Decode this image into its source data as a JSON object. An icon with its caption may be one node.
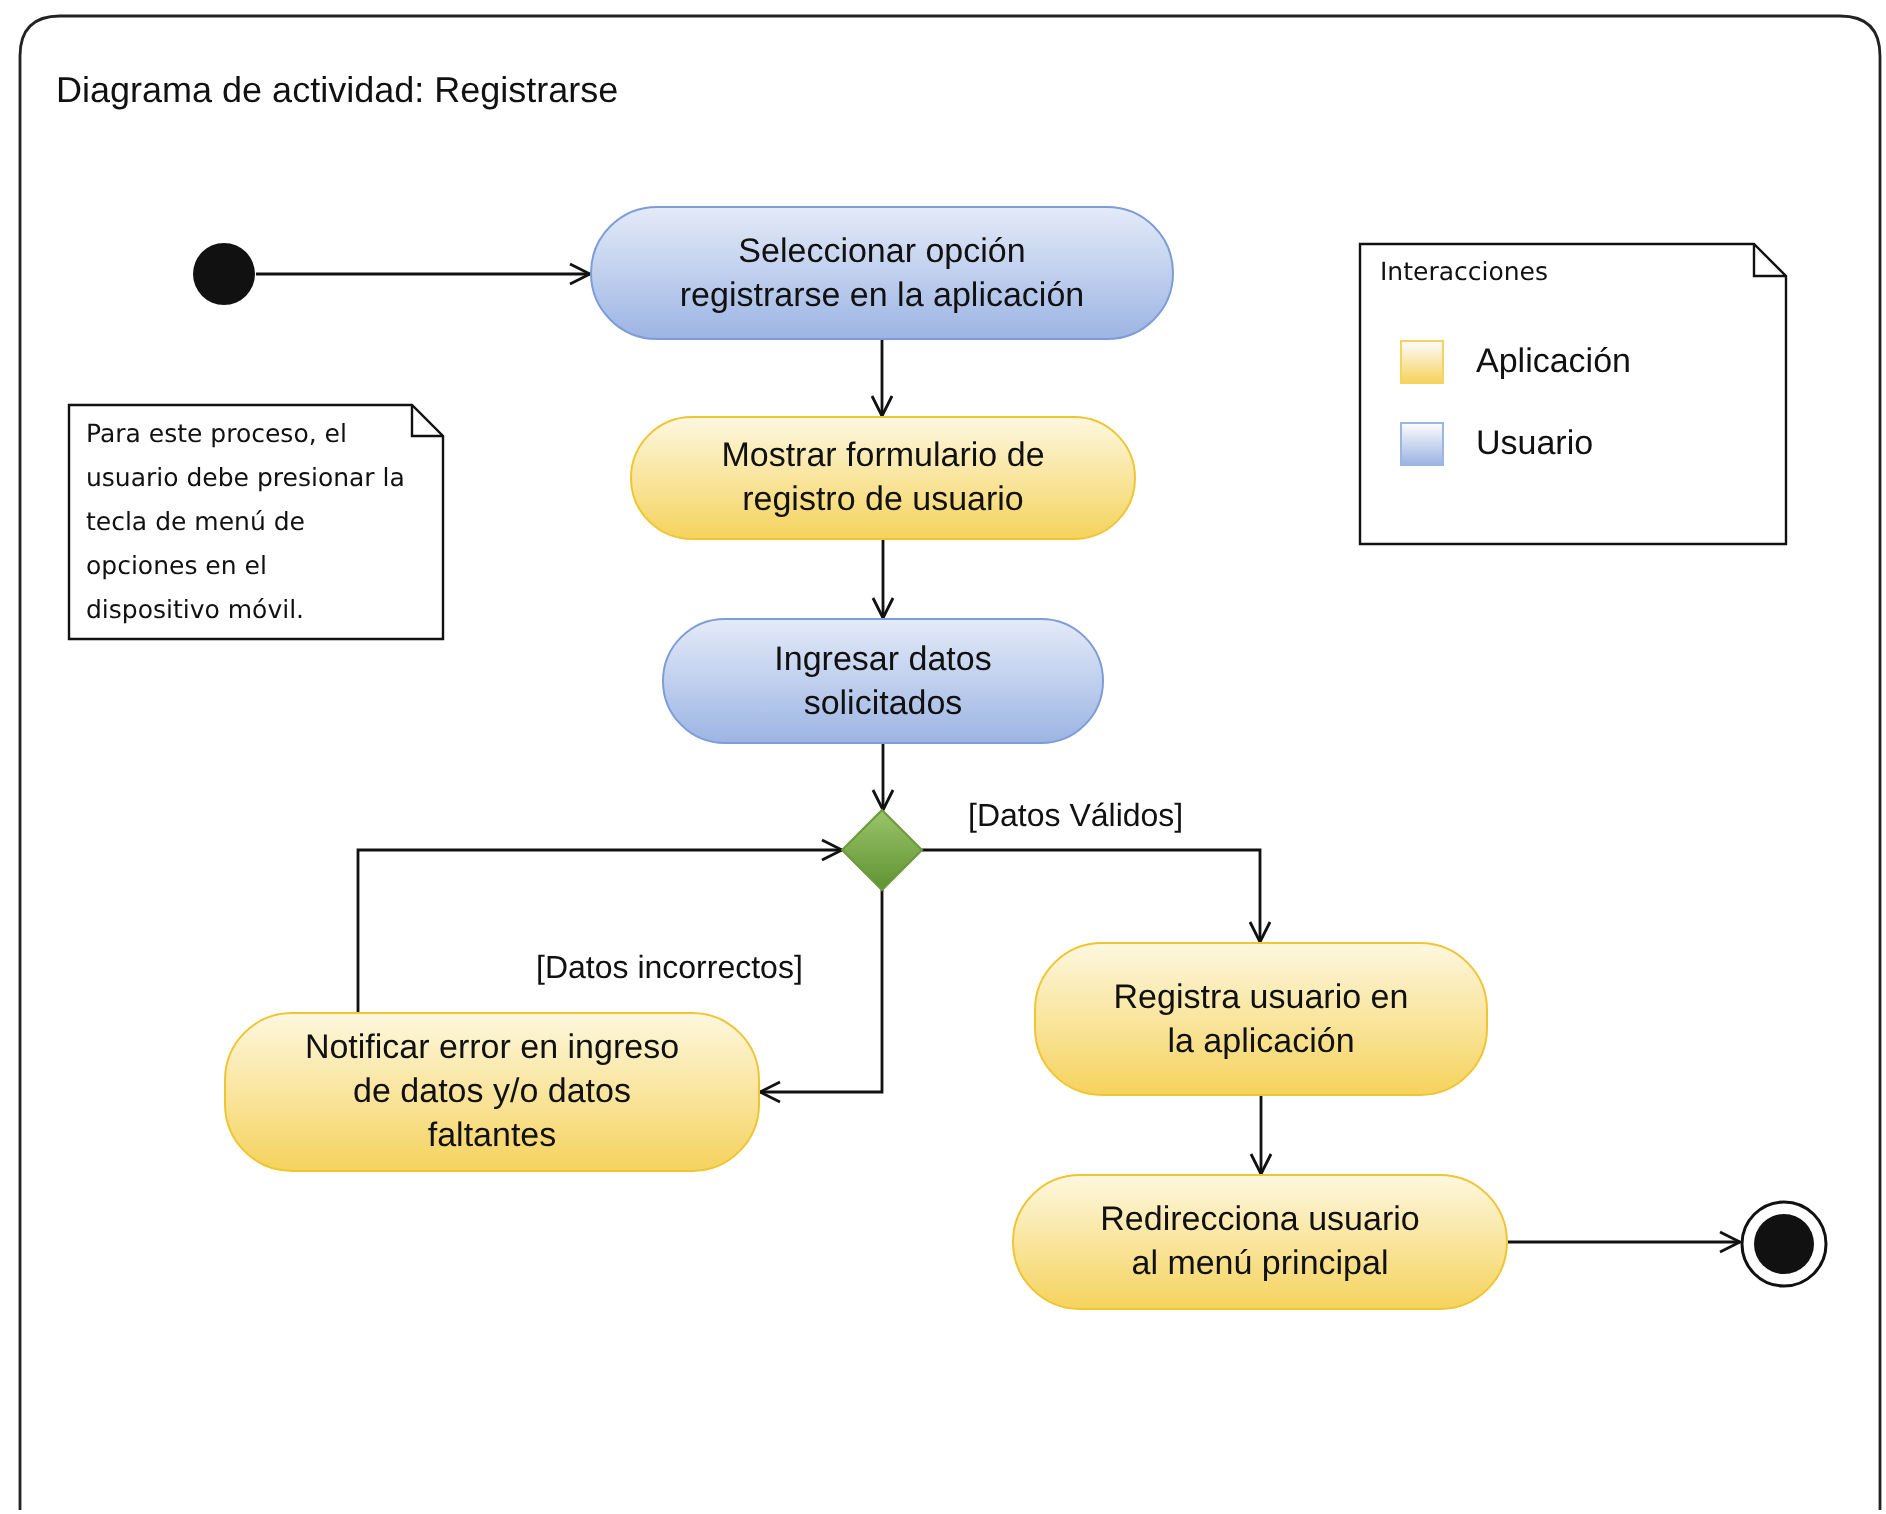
{
  "diagram": {
    "title": "Diagrama de actividad: Registrarse",
    "nodes": [
      {
        "text": [],
        "shape": "circle"
      },
      {
        "text": [
          "Seleccionar opción registrarse en la aplicación"
        ]
      },
      {
        "text": [
          "Mostrar formulario de registro de usuario"
        ]
      },
      {
        "text": [
          "Ingresar datos solicitados"
        ]
      },
      {
        "text": [],
        "shape": "diamond"
      },
      {
        "text": [
          "Notificar error en ingreso de datos y/o datos faltantes"
        ]
      },
      {
        "text": [
          "Registra usuario en la aplicación"
        ]
      },
      {
        "text": [
          "Redirecciona usuario al menú principal"
        ]
      },
      {
        "text": [],
        "shape": "circle"
      },
      {
        "text": [
          "Para este proceso, el usuario debe presionar la tecla de menú de opciones en el dispositivo móvil."
        ]
      }
    ],
    "edges": [
      {
        "from": 0,
        "to": 1,
        "arrow": "to"
      },
      {
        "from": 1,
        "to": 2,
        "arrow": "to"
      },
      {
        "from": 2,
        "to": 3,
        "arrow": "to"
      },
      {
        "from": 3,
        "to": 4,
        "arrow": "to"
      },
      {
        "from": 4,
        "to": 6,
        "arrow": "to",
        "label": "[Datos Válidos]"
      },
      {
        "from": 4,
        "to": 5,
        "arrow": "to",
        "label": "[Datos incorrectos]"
      },
      {
        "from": 5,
        "to": 4,
        "arrow": "to"
      },
      {
        "from": 6,
        "to": 7,
        "arrow": "to"
      },
      {
        "from": 7,
        "to": 8,
        "arrow": "to"
      }
    ],
    "labels": [
      "Interacciones"
    ],
    "legend": [
      {
        "text": "Aplicación",
        "color": "#f5d35e"
      },
      {
        "text": "Usuario",
        "color": "#9db5e3"
      }
    ]
  }
}
